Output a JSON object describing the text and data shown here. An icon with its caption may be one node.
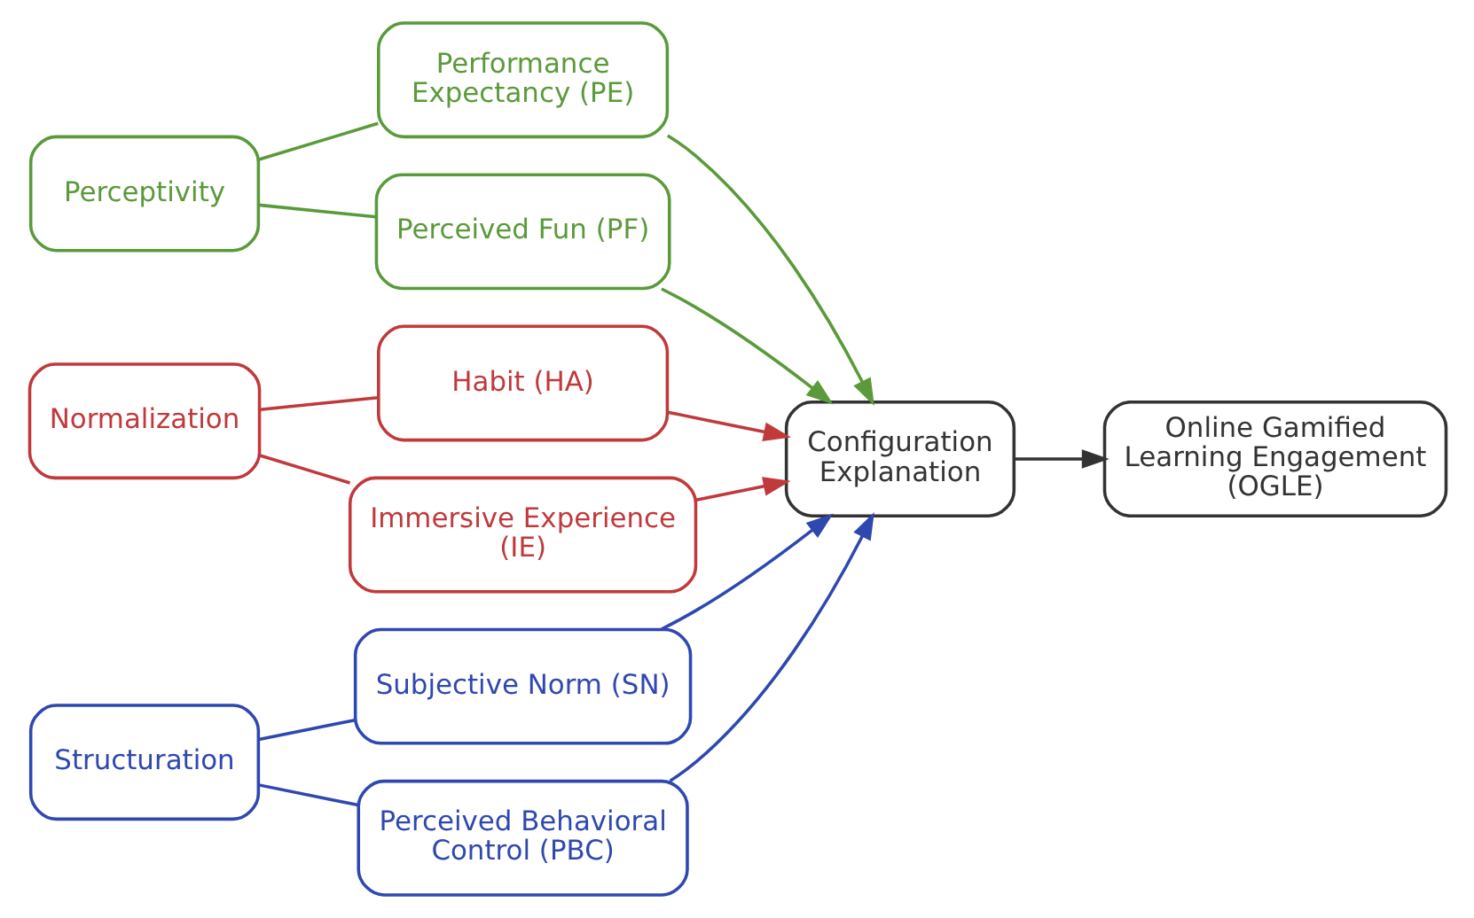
{
  "diagram": {
    "nodes": [
      {
        "text": [
          "Perceptivity"
        ]
      },
      {
        "text": [
          "Performance Expectancy (PE)"
        ]
      },
      {
        "text": [
          "Perceived Fun (PF)"
        ]
      },
      {
        "text": [
          "Normalization"
        ]
      },
      {
        "text": [
          "Habit (HA)"
        ]
      },
      {
        "text": [
          "Immersive Experience (IE)"
        ]
      },
      {
        "text": [
          "Structuration"
        ]
      },
      {
        "text": [
          "Subjective Norm (SN)"
        ]
      },
      {
        "text": [
          "Perceived Behavioral Control (PBC)"
        ]
      },
      {
        "text": [
          "Configuration Explanation"
        ]
      },
      {
        "text": [
          "Online Gamified Learning Engagement (OGLE)"
        ]
      }
    ],
    "edges": [
      {
        "from": 0,
        "to": 1,
        "arrow": "none",
        "color": "#5a9a3a"
      },
      {
        "from": 0,
        "to": 2,
        "arrow": "none",
        "color": "#5a9a3a"
      },
      {
        "from": 3,
        "to": 4,
        "arrow": "none",
        "color": "#c0393b"
      },
      {
        "from": 3,
        "to": 5,
        "arrow": "none",
        "color": "#c0393b"
      },
      {
        "from": 6,
        "to": 7,
        "arrow": "none",
        "color": "#2f48b0"
      },
      {
        "from": 6,
        "to": 8,
        "arrow": "none",
        "color": "#2f48b0"
      },
      {
        "from": 1,
        "to": 9,
        "arrow": "to",
        "color": "#5a9a3a"
      },
      {
        "from": 2,
        "to": 9,
        "arrow": "to",
        "color": "#5a9a3a"
      },
      {
        "from": 4,
        "to": 9,
        "arrow": "to",
        "color": "#c0393b"
      },
      {
        "from": 5,
        "to": 9,
        "arrow": "to",
        "color": "#c0393b"
      },
      {
        "from": 7,
        "to": 9,
        "arrow": "to",
        "color": "#2f48b0"
      },
      {
        "from": 8,
        "to": 9,
        "arrow": "to",
        "color": "#2f48b0"
      },
      {
        "from": 9,
        "to": 10,
        "arrow": "to",
        "color": "#333333"
      }
    ]
  }
}
